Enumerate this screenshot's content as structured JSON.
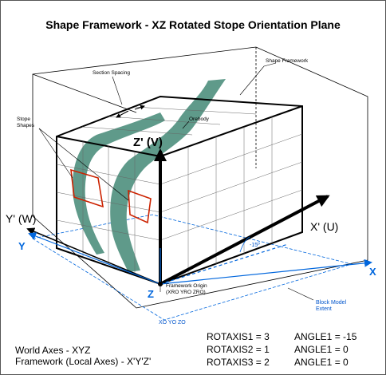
{
  "title": "Shape Framework - XZ Rotated Stope Orientation Plane",
  "labels": {
    "section_spacing": "Section Spacing",
    "shape_framework": "Shape Framework",
    "orebody": "Orebody",
    "stope_shapes_line1": "Stope",
    "stope_shapes_line2": "Shapes",
    "framework_origin_line1": "Framework Origin",
    "framework_origin_line2": "(XRO YRO ZRO)",
    "block_model_line1": "Block Model",
    "block_model_line2": "Extent",
    "xo_yo_zo": "XO YO ZO",
    "angle_mark": "-15º"
  },
  "axes": {
    "z_local": "Z' (V)",
    "x_local": "X' (U)",
    "y_local": "Y' (W)",
    "x_world": "X",
    "y_world": "Y",
    "z_world": "Z"
  },
  "legend": {
    "world_axes": "World Axes - XYZ",
    "framework_axes": "Framework (Local Axes) - X'Y'Z'"
  },
  "rotation_table": [
    {
      "rot": "ROTAXIS1 = 3",
      "angle": "ANGLE1 = -15"
    },
    {
      "rot": "ROTAXIS2 = 1",
      "angle": "ANGLE1 = 0"
    },
    {
      "rot": "ROTAXIS3 = 2",
      "angle": "ANGLE1 = 0"
    }
  ],
  "colors": {
    "orebody": "#5f9a8a",
    "stope_outline": "#cc2200",
    "world_axis": "#0066dd",
    "framework_line": "#000000"
  }
}
